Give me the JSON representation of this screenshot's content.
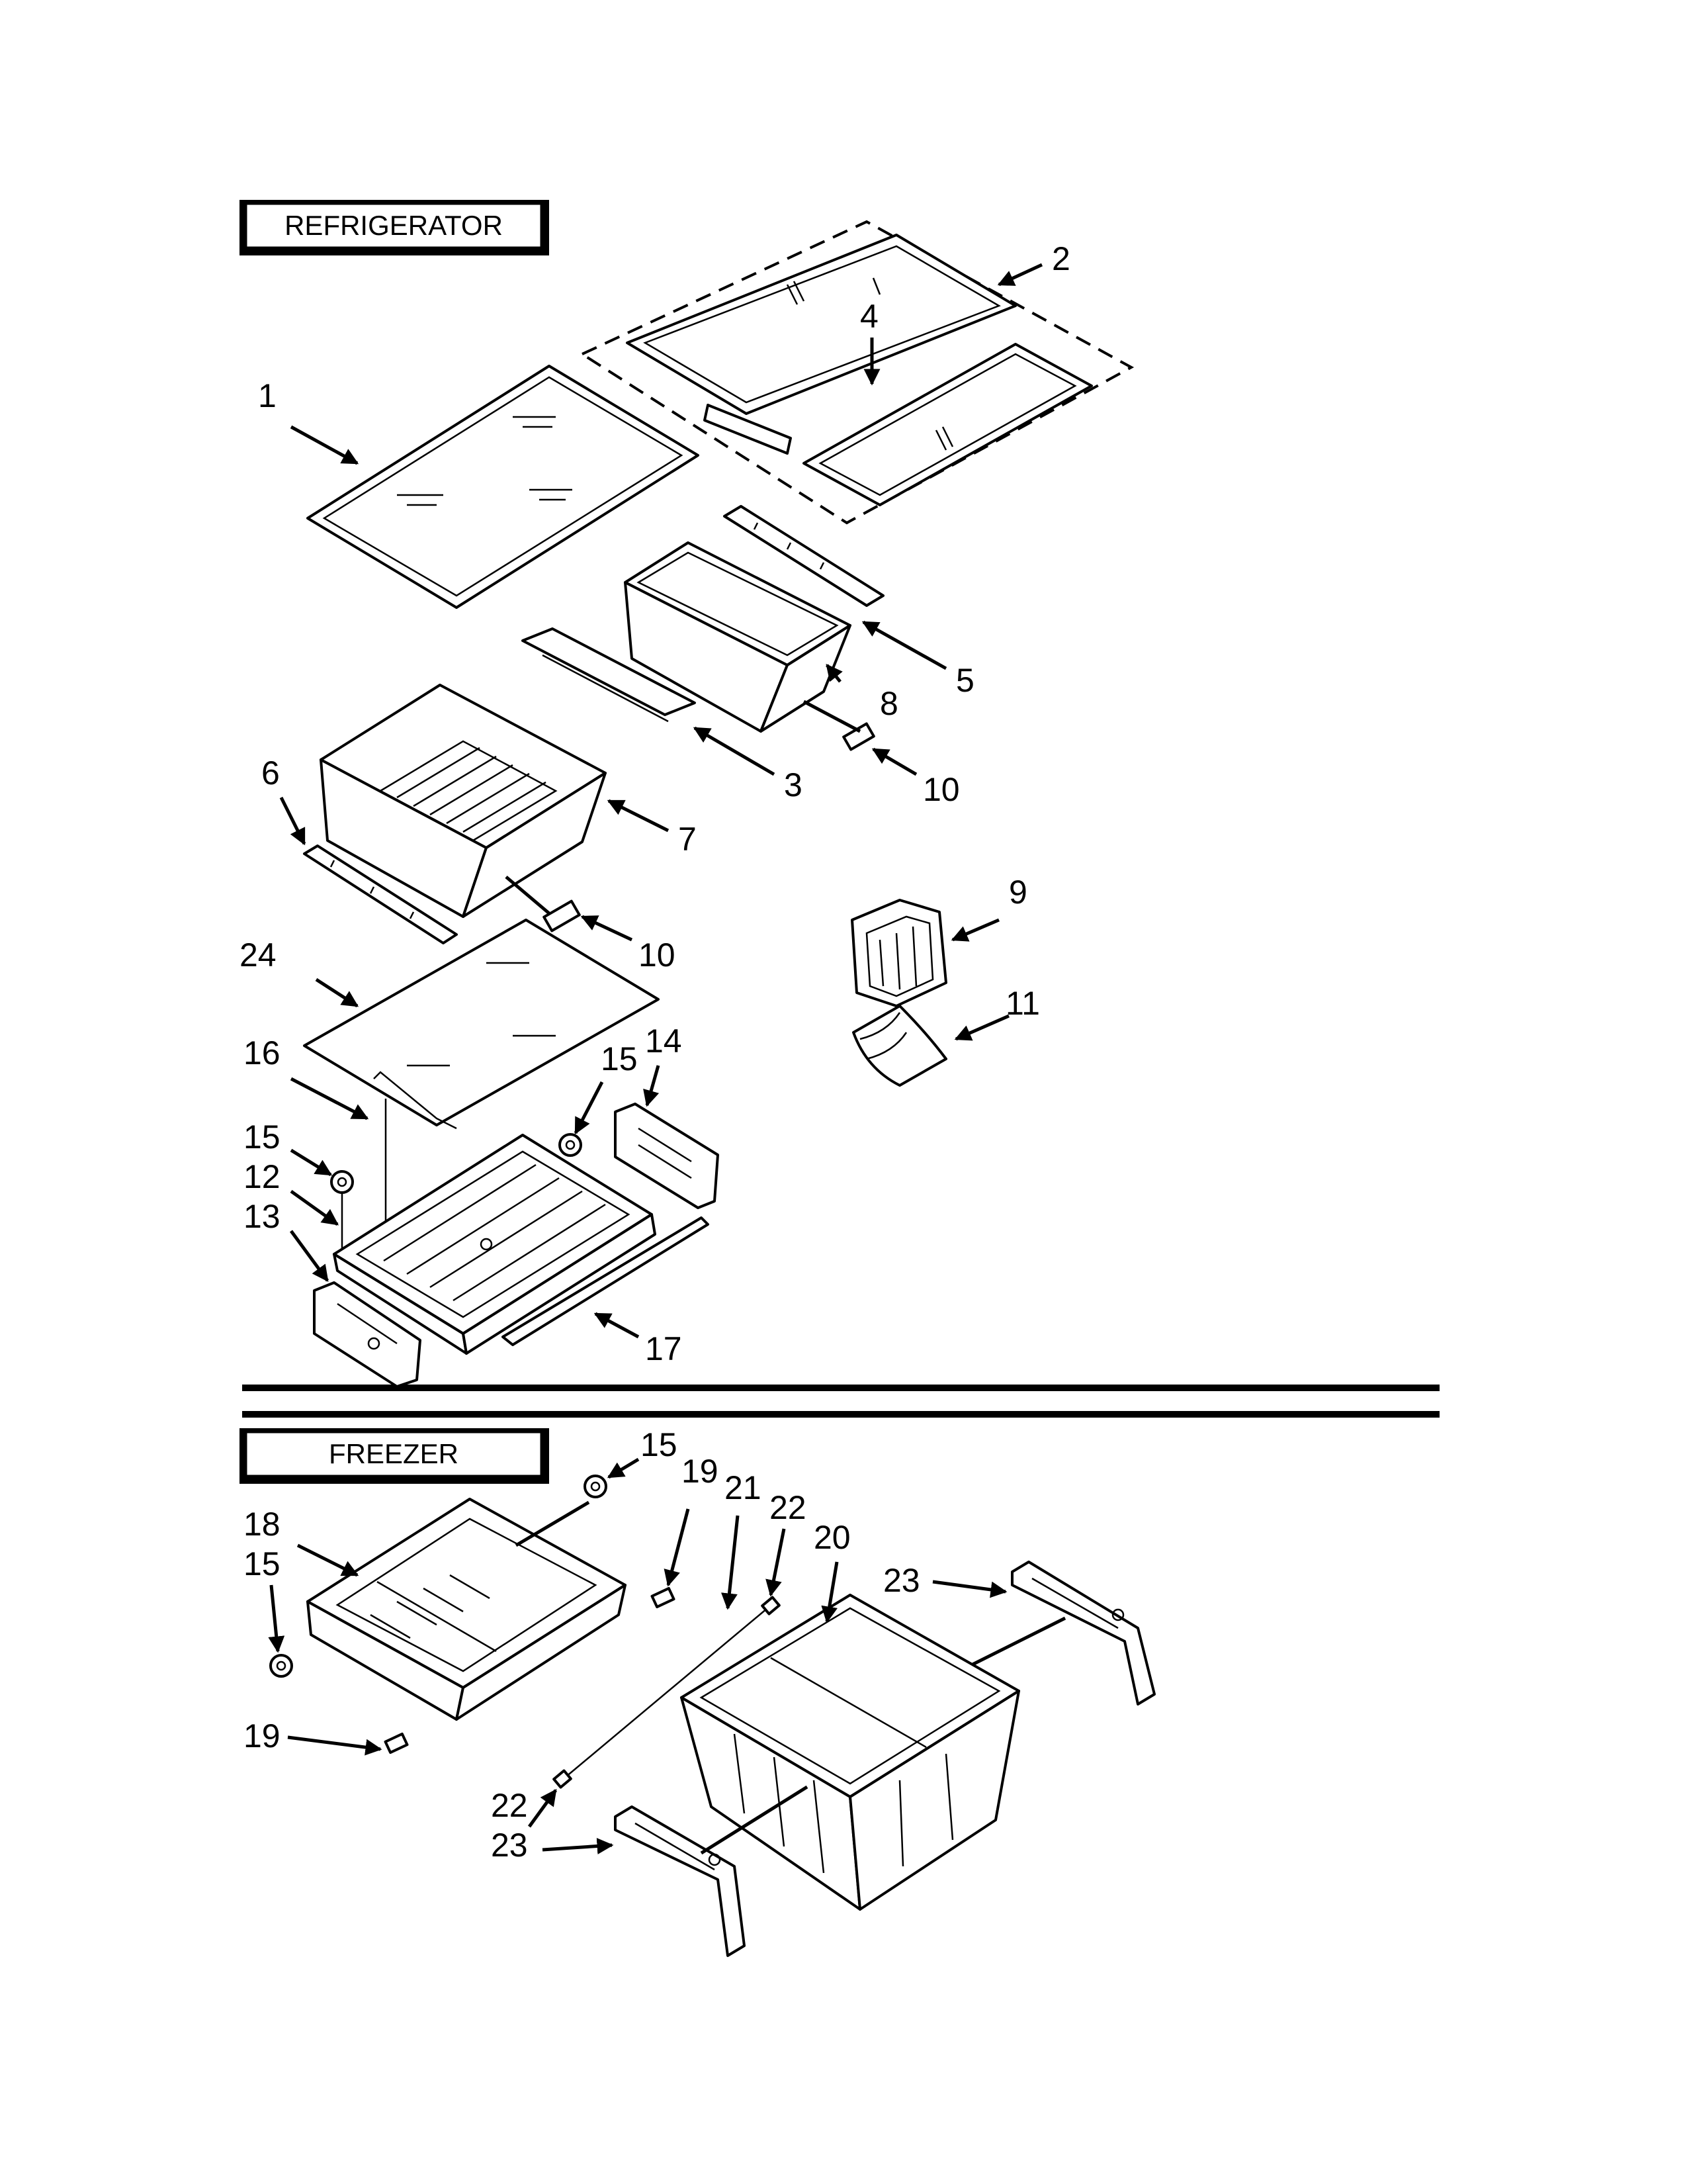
{
  "sections": {
    "refrigerator": {
      "label": "REFRIGERATOR"
    },
    "freezer": {
      "label": "FREEZER"
    }
  },
  "callouts": {
    "c1": "1",
    "c2": "2",
    "c3": "3",
    "c4": "4",
    "c5": "5",
    "c6": "6",
    "c7": "7",
    "c8": "8",
    "c9": "9",
    "c10a": "10",
    "c10b": "10",
    "c11": "11",
    "c12": "12",
    "c13": "13",
    "c14": "14",
    "c15a": "15",
    "c15b": "15",
    "c15c": "15",
    "c15d": "15",
    "c16": "16",
    "c17": "17",
    "c18": "18",
    "c19a": "19",
    "c19b": "19",
    "c20": "20",
    "c21": "21",
    "c22a": "22",
    "c22b": "22",
    "c23a": "23",
    "c23b": "23",
    "c24": "24"
  }
}
